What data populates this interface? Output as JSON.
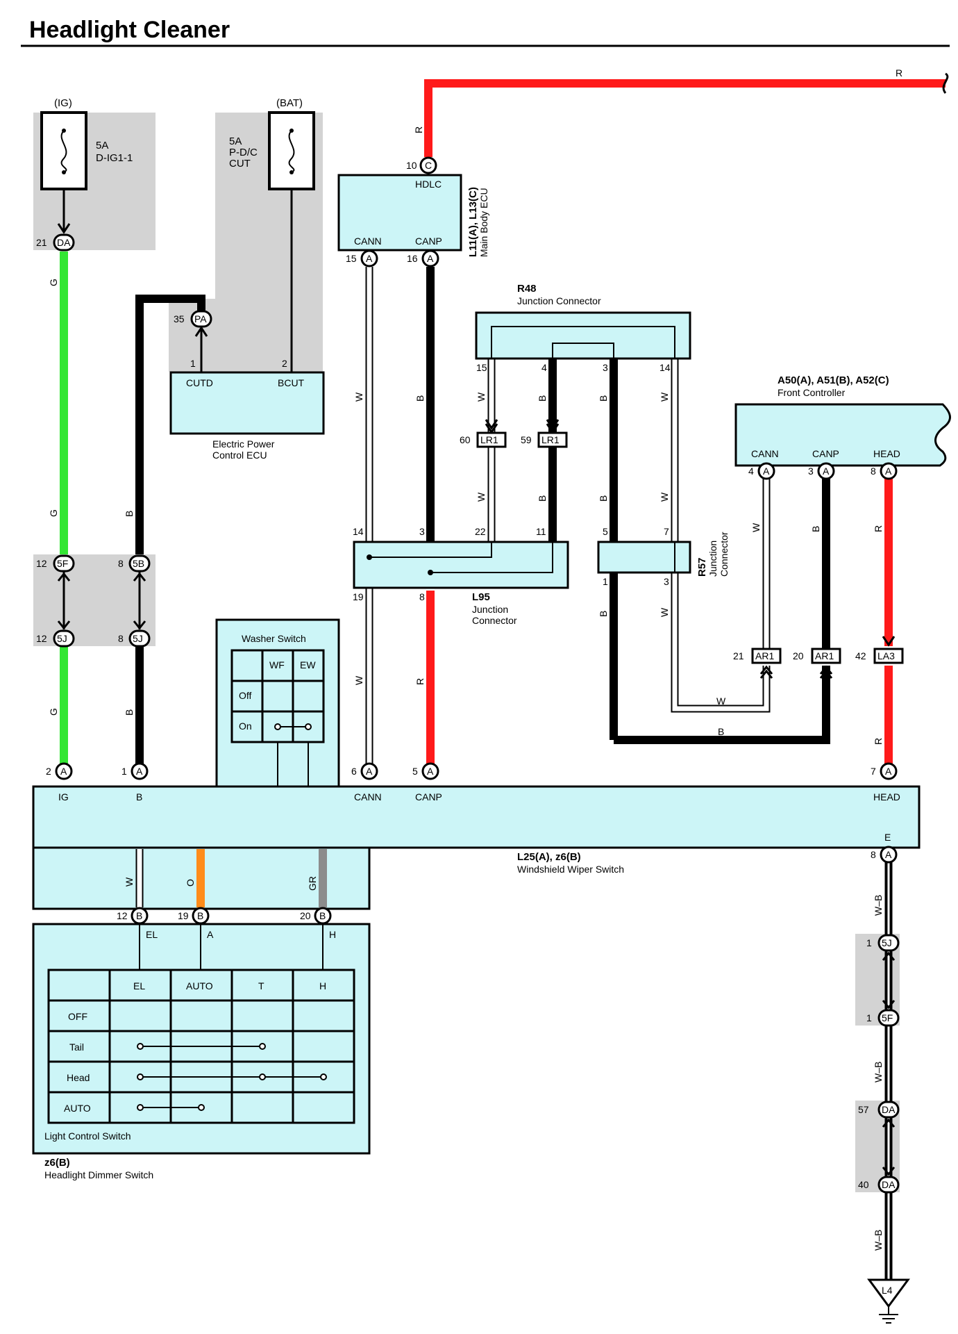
{
  "title": "Headlight Cleaner",
  "colors": {
    "R": "#ff1a1a",
    "G": "#33e633",
    "B": "#000000",
    "W": "#ffffff",
    "O": "#ff8c1a",
    "GR": "#8c8c8c",
    "box": "#ccf5f7",
    "shade": "#d3d3d3"
  },
  "sources": {
    "ig": "(IG)",
    "bat": "(BAT)"
  },
  "fuses": {
    "dig1": {
      "amp": "5A",
      "name": "D-IG1-1"
    },
    "pdc": {
      "amp": "5A",
      "line2": "P-D/C",
      "line3": "CUT"
    }
  },
  "components": {
    "main_body_ecu": {
      "code": "L11(A), L13(C)",
      "name": "Main Body ECU",
      "pins": {
        "hdlc": "HDLC",
        "cann": "CANN",
        "canp": "CANP"
      }
    },
    "r48": {
      "code": "R48",
      "name": "Junction Connector"
    },
    "front_controller": {
      "code": "A50(A), A51(B), A52(C)",
      "name": "Front Controller",
      "pins": {
        "cann": "CANN",
        "canp": "CANP",
        "head": "HEAD"
      }
    },
    "epc_ecu": {
      "line1": "Electric Power",
      "line2": "Control ECU",
      "pins": {
        "cutd": "CUTD",
        "bcut": "BCUT"
      }
    },
    "l95": {
      "code": "L95",
      "line1": "Junction",
      "line2": "Connector"
    },
    "r57": {
      "code": "R57",
      "line1": "Junction",
      "line2": "Connector"
    },
    "wiper_switch": {
      "code": "L25(A), z6(B)",
      "name": "Windshield Wiper Switch",
      "pins": {
        "ig": "IG",
        "b": "B",
        "cann": "CANN",
        "canp": "CANP",
        "head": "HEAD",
        "e": "E",
        "el": "EL",
        "a": "A",
        "h": "H"
      }
    },
    "washer_switch": {
      "title": "Washer Switch",
      "cols": [
        "WF",
        "EW"
      ],
      "rows": [
        "Off",
        "On"
      ]
    },
    "light_control": {
      "title": "Light Control Switch",
      "cols": [
        "EL",
        "AUTO",
        "T",
        "H"
      ],
      "rows": [
        "OFF",
        "Tail",
        "Head",
        "AUTO"
      ]
    },
    "dimmer": {
      "code": "z6(B)",
      "name": "Headlight Dimmer Switch"
    }
  },
  "connectors": {
    "DA": "DA",
    "PA": "PA",
    "5F": "5F",
    "5B": "5B",
    "5J": "5J",
    "C": "C",
    "A": "A",
    "B": "B",
    "LR1": "LR1",
    "AR1": "AR1",
    "LA3": "LA3",
    "L4": "L4"
  },
  "pin_numbers": {
    "p21": "21",
    "p35": "35",
    "p1": "1",
    "p2": "2",
    "p10": "10",
    "p15": "15",
    "p16": "16",
    "p4": "4",
    "p3": "3",
    "p14": "14",
    "p60": "60",
    "p59": "59",
    "p22": "22",
    "p11": "11",
    "p5": "5",
    "p7": "7",
    "p19": "19",
    "p8": "8",
    "p12": "12",
    "p20": "20",
    "p42": "42",
    "p6": "6",
    "p57": "57",
    "p40": "40"
  },
  "wire_labels": {
    "R": "R",
    "G": "G",
    "B": "B",
    "W": "W",
    "O": "O",
    "GR": "GR",
    "WB": "W–B"
  }
}
